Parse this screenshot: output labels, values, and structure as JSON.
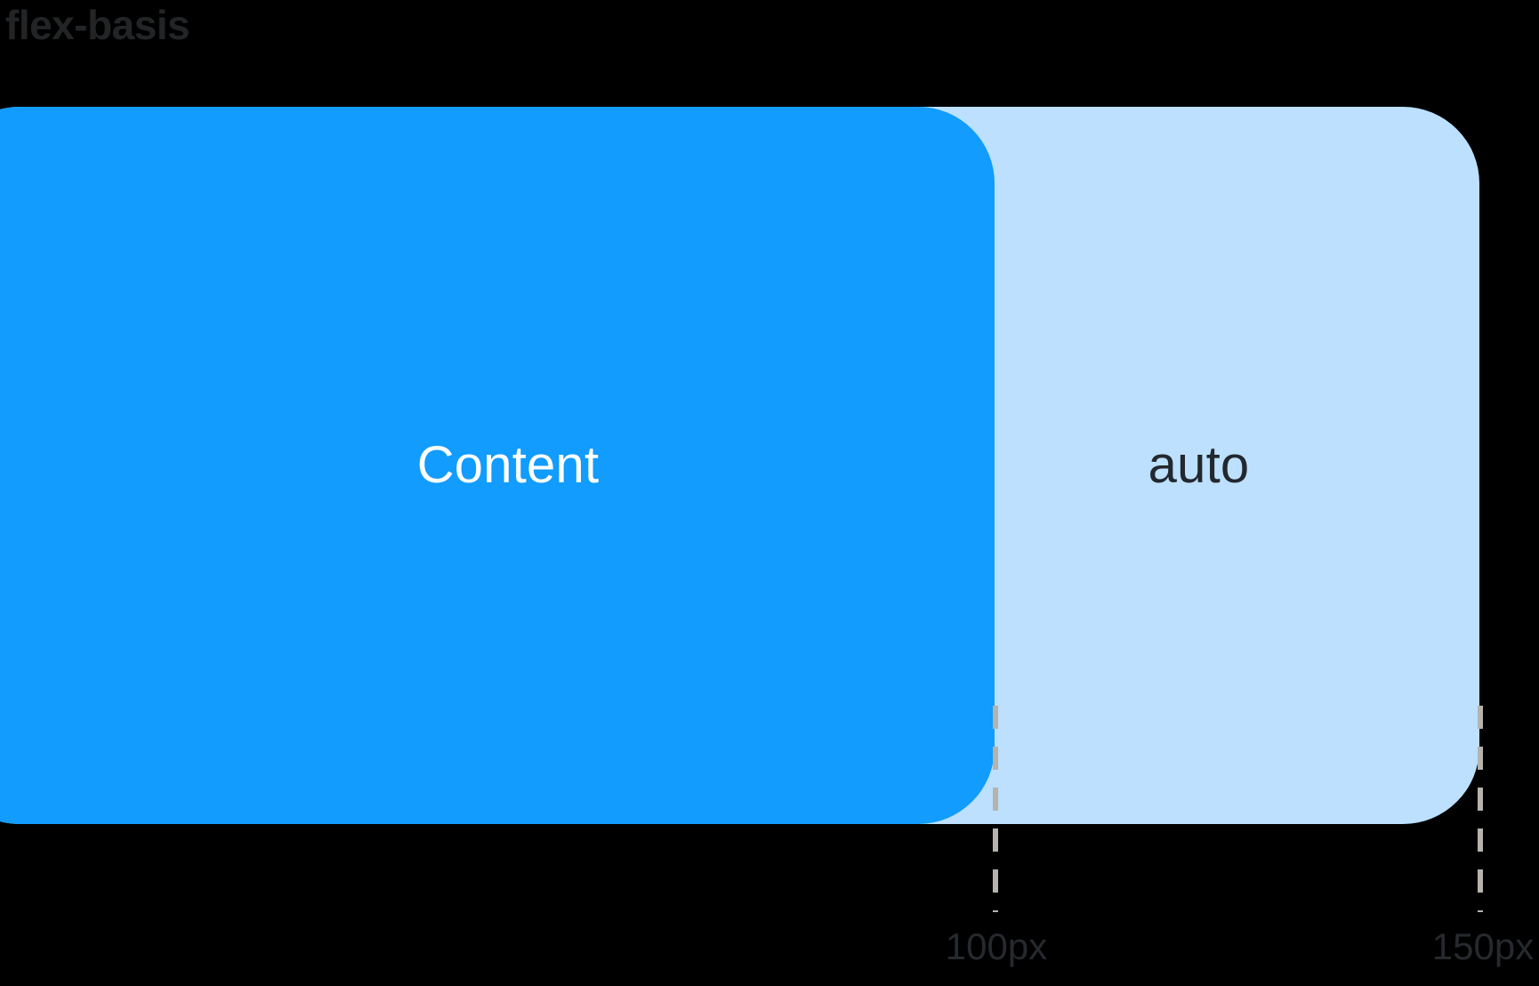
{
  "title": "flex-basis",
  "colors": {
    "background": "#000000",
    "title_text": "#222426",
    "content_box": "#119cfe",
    "auto_box": "#bce0fd",
    "content_label_text": "#ffffff",
    "auto_label_text": "#23282e",
    "guide_line": "#b6b2ae",
    "guide_label_text": "#26292d"
  },
  "boxes": [
    {
      "id": "content",
      "label": "Content",
      "fill": "#119cfe"
    },
    {
      "id": "auto",
      "label": "auto",
      "fill": "#bce0fd"
    }
  ],
  "guides": [
    {
      "id": "guide-100",
      "label": "100px",
      "value": 100,
      "unit": "px"
    },
    {
      "id": "guide-150",
      "label": "150px",
      "value": 150,
      "unit": "px"
    }
  ]
}
